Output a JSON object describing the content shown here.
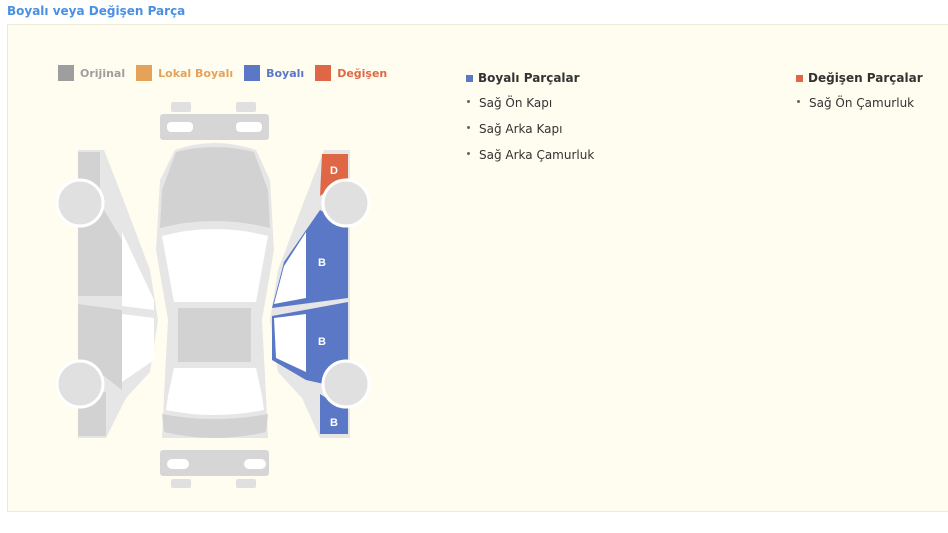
{
  "section_title": "Boyalı veya Değişen Parça",
  "legend": [
    {
      "label": "Orijinal",
      "color": "#9e9e9e"
    },
    {
      "label": "Lokal Boyalı",
      "color": "#e5a259"
    },
    {
      "label": "Boyalı",
      "color": "#5b78c7"
    },
    {
      "label": "Değişen",
      "color": "#e06745"
    }
  ],
  "car_marks": {
    "front_fender": "D",
    "front_door": "B",
    "rear_door": "B",
    "rear_fender": "B"
  },
  "painted": {
    "title": "Boyalı Parçalar",
    "color": "#5b78c7",
    "items": [
      "Sağ Ön Kapı",
      "Sağ Arka Kapı",
      "Sağ Arka Çamurluk"
    ]
  },
  "replaced": {
    "title": "Değişen Parçalar",
    "color": "#e06745",
    "items": [
      "Sağ Ön Çamurluk"
    ]
  }
}
